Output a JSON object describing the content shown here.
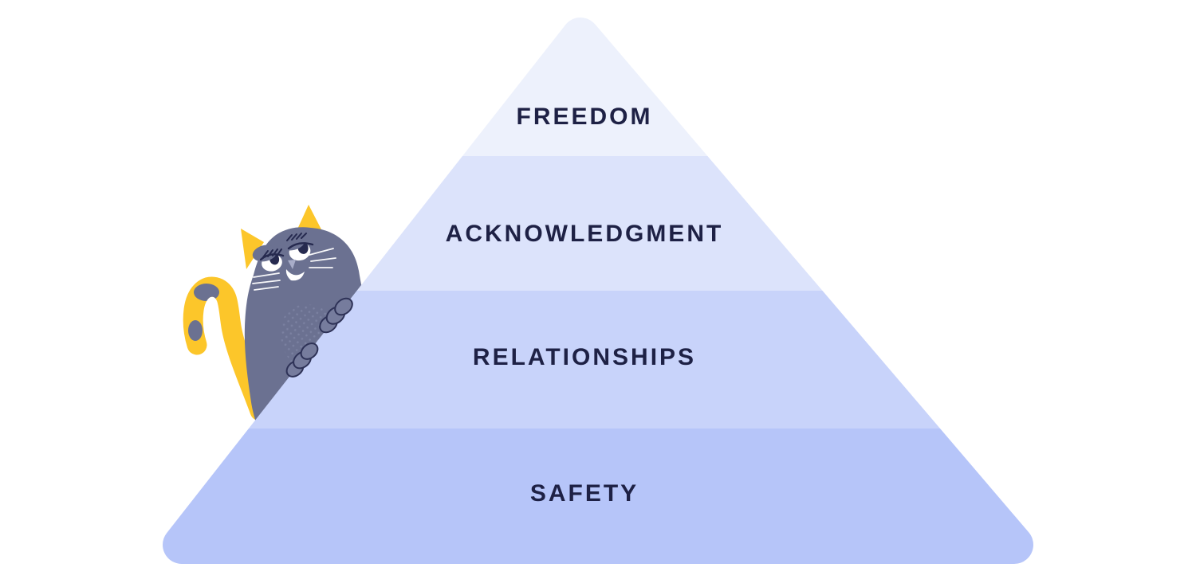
{
  "page": {
    "background_color": "#FFFFFF",
    "description": "Pyramid of needs diagram with a cartoon cat peeking from behind the left slope"
  },
  "pyramid": {
    "text_color": "#1E2145",
    "levels": [
      {
        "label": "FREEDOM",
        "color": "#EDF1FC"
      },
      {
        "label": "ACKNOWLEDGMENT",
        "color": "#DCE3FB"
      },
      {
        "label": "RELATIONSHIPS",
        "color": "#C8D3FA"
      },
      {
        "label": "SAFETY",
        "color": "#B6C5F9"
      }
    ]
  },
  "illustration": {
    "name": "peeking-cat",
    "colors": {
      "body_gray": "#6B7191",
      "accent_yellow": "#FCC62A",
      "outline_navy": "#2E3257",
      "pupil_navy": "#262A4F",
      "eye_white": "#FFFFFF",
      "nose_lavender": "#A8ADC9"
    }
  }
}
